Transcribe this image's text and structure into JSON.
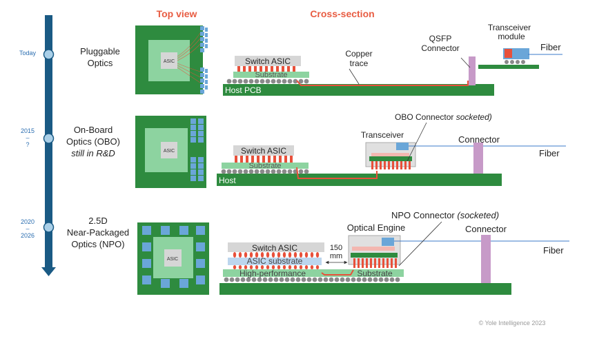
{
  "headers": {
    "top_view": "Top view",
    "cross_section": "Cross-section"
  },
  "colors": {
    "header_red": "#e85c42",
    "pcb_green": "#2e8b3f",
    "substrate_green": "#8dd3a0",
    "asic_gray": "#cfcfcf",
    "copper_trace": "#e8503a",
    "connector_purple": "#c79ac8",
    "fiber_blue": "#3a78c9",
    "timeline_blue": "#1a5a84",
    "timeline_dot": "#a9cfe8",
    "label_blue": "#2a6db0",
    "pad_blue": "#6aa6d8",
    "asic_substrate_blue": "#bcd6ee",
    "optical_pink": "#f3b7b0"
  },
  "timeline": {
    "labels": [
      "Today",
      "2015",
      "–",
      "?",
      "2020",
      "–",
      "2026"
    ]
  },
  "rows": [
    {
      "name_lines": [
        "Pluggable",
        "Optics"
      ],
      "top_view_chip": "ASIC",
      "switch_asic": "Switch ASIC",
      "substrate": "Substrate",
      "host_pcb": "Host PCB",
      "copper_trace_lines": [
        "Copper",
        "trace"
      ],
      "qsfp_lines": [
        "QSFP",
        "Connector"
      ],
      "transceiver_lines": [
        "Transceiver",
        "module"
      ],
      "fiber": "Fiber"
    },
    {
      "name_lines": [
        "On-Board",
        "Optics (OBO)"
      ],
      "name_italic": "still in R&D",
      "top_view_chip": "ASIC",
      "switch_asic": "Switch ASIC",
      "substrate": "Substrate",
      "host": "Host",
      "transceiver": "Transceiver",
      "obo_connector": "OBO Connector ",
      "obo_connector_italic": "socketed)",
      "connector": "Connector",
      "fiber": "Fiber"
    },
    {
      "name_lines": [
        "2.5D",
        "Near-Packaged",
        "Optics (NPO)"
      ],
      "top_view_chip": "ASIC",
      "switch_asic": "Switch ASIC",
      "asic_substrate": "ASIC substrate",
      "high_performance": "High-performance",
      "substrate": "Substrate",
      "spacing_lines": [
        "150",
        "mm"
      ],
      "optical_engine": "Optical Engine",
      "npo_connector": "NPO Connector ",
      "npo_connector_italic": "(socketed)",
      "connector": "Connector",
      "fiber": "Fiber"
    }
  ],
  "copyright": "© Yole Intelligence 2023"
}
